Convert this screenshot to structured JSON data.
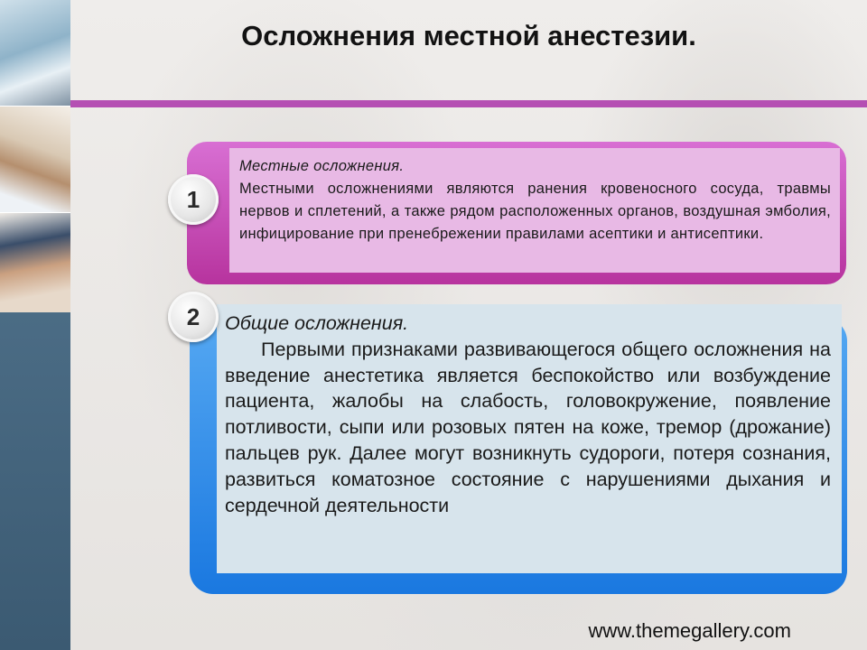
{
  "slide": {
    "title": "Осложнения местной анестезии.",
    "accent_color": "#b54fb3",
    "footer_url": "www.themegallery.com"
  },
  "items": [
    {
      "number": "1",
      "heading": "Местные осложнения.",
      "text": "Местными осложнениями являются ранения кровеносного сосуда, травмы нервов и сплетений, а также рядом расположенных органов, воздушная эмболия, инфицирование при пренебрежении правилами асептики и антисептики.",
      "color": "#c452bd"
    },
    {
      "number": "2",
      "heading": "Общие осложнения.",
      "text": "Первыми признаками развивающегося общего осложнения на введение анестетика является беспокойство или возбуждение пациента, жалобы на слабость, головокружение, появление потливости, сыпи или розовых пятен на коже, тремор (дрожание) пальцев рук. Далее могут возникнуть судороги, потеря сознания, развиться коматозное состояние с нарушениями дыхания и сердечной деятельности",
      "color": "#2b86e8"
    }
  ]
}
